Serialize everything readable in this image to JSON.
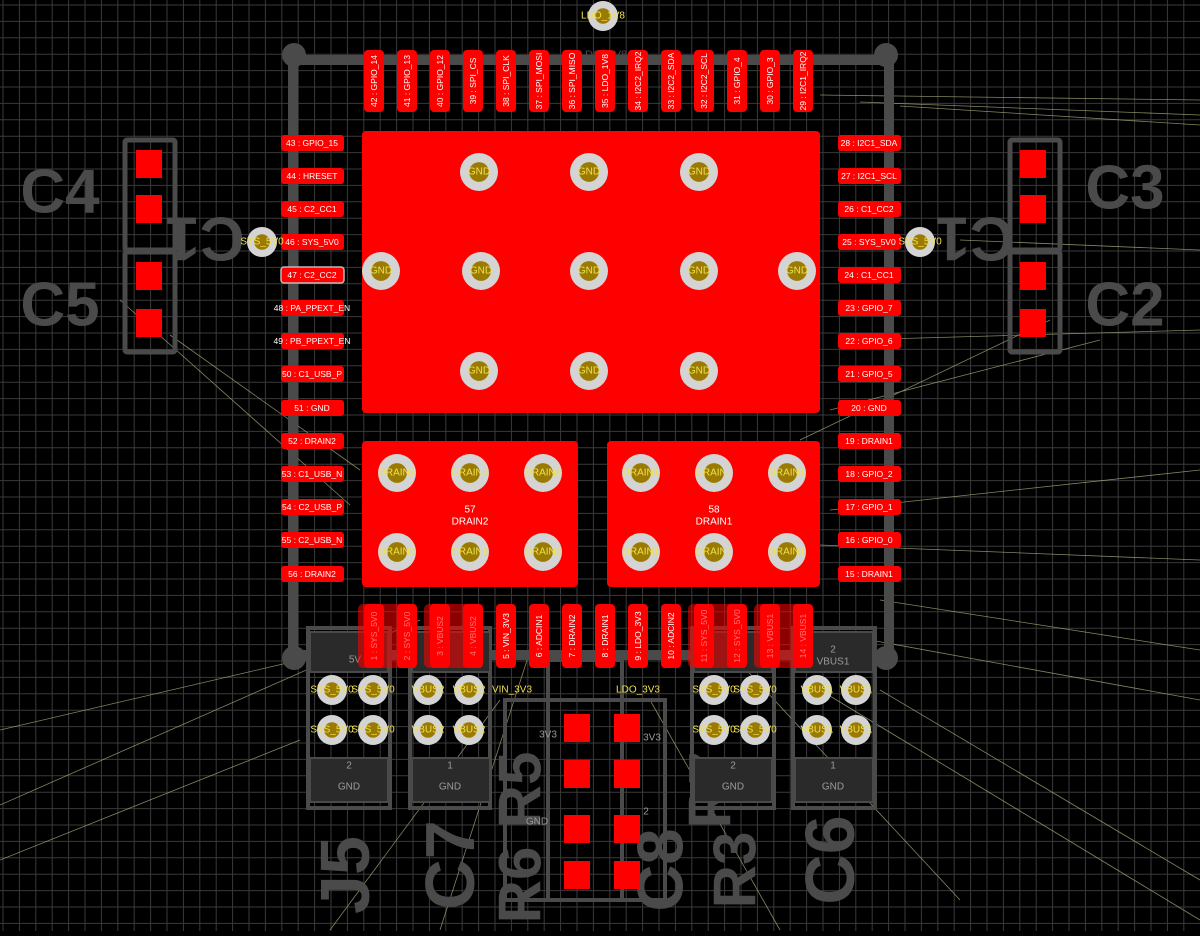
{
  "colors": {
    "background": "#000000",
    "grid": "#3a3a3a",
    "copper": "#ff0000",
    "silkscreen": "#4a4a4a",
    "via_ring": "#d4d4d4",
    "via_hole": "#9a7a00",
    "pad_text": "#ffffff",
    "net_text": "#f0e050",
    "ratsnest": "#b0b080"
  },
  "designators": [
    "C4",
    "C5",
    "C3",
    "C2",
    "J5",
    "C7",
    "R5",
    "R6",
    "C8",
    "R7",
    "R3",
    "C6",
    "C1",
    "C1"
  ],
  "top_label": "LDO_1V8",
  "top_pads": [
    "42 : GPIO_14",
    "41 : GPIO_13",
    "40 : GPIO_12",
    "39 : SPI_CS",
    "38 : SPI_CLK",
    "37 : SPI_MOSI",
    "36 : SPI_MISO",
    "35 : LDO_1V8",
    "34 : I2C2_IRQ2",
    "33 : I2C2_SDA",
    "32 : I2C2_SCL",
    "31 : GPIO_4",
    "30 : GPIO_3",
    "29 : I2C1_IRQ2"
  ],
  "left_pads": [
    "43 : GPIO_15",
    "44 : HRESET",
    "45 : C2_CC1",
    "46 : SYS_5V0",
    "47 : C2_CC2",
    "48 : PA_PPEXT_EN",
    "49 : PB_PPEXT_EN",
    "50 : C1_USB_P",
    "51 : GND",
    "52 : DRAIN2",
    "53 : C1_USB_N",
    "54 : C2_USB_P",
    "55 : C2_USB_N",
    "56 : DRAIN2"
  ],
  "right_pads": [
    "28 : I2C1_SDA",
    "27 : I2C1_SCL",
    "26 : C1_CC2",
    "25 : SYS_5V0",
    "24 : C1_CC1",
    "23 : GPIO_7",
    "22 : GPIO_6",
    "21 : GPIO_5",
    "20 : GND",
    "19 : DRAIN1",
    "18 : GPIO_2",
    "17 : GPIO_1",
    "16 : GPIO_0",
    "15 : DRAIN1"
  ],
  "bottom_pads": [
    "1 : SYS_5V0",
    "2 : SYS_5V0",
    "3 : VBUS2",
    "4 : VBUS2",
    "5 : VIN_3V3",
    "6 : ADCIN1",
    "7 : DRAIN2",
    "8 : DRAIN1",
    "9 : LDO_3V3",
    "10 : ADCIN2",
    "11 : SYS_5V0",
    "12 : SYS_5V0",
    "13 : VBUS1",
    "14 : VBUS1"
  ],
  "vias": {
    "gnd": "GND",
    "drain2": "DRAIN2",
    "drain1": "DRAIN1",
    "sys_5v0": "SYS_5V0",
    "vbus2": "VBUS2",
    "vbus1": "VBUS1",
    "vin_3v3": "VIN_3V3",
    "ldo_3v3": "LDO_3V3"
  },
  "pads": {
    "drain2_num": "57",
    "drain2_net": "DRAIN2",
    "drain1_num": "58",
    "drain1_net": "DRAIN1"
  },
  "silk": {
    "pin1": "1",
    "pin2": "2",
    "gnd": "GND",
    "sys_5v0": "SYS_5V0",
    "vbus2": "VBUS2",
    "vbus1": "VBUS1",
    "fragment_3v3": "3V3",
    "fragment_5v": "5V",
    "ldo_1v8": "LDO_1V8"
  }
}
